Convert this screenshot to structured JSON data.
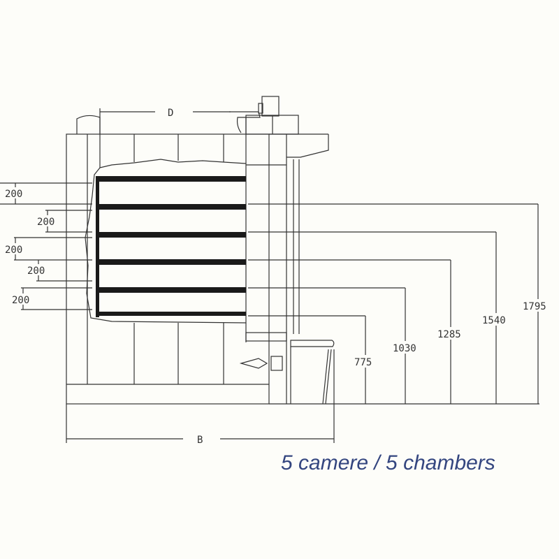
{
  "caption": "5 camere / 5 chambers",
  "dimensions": {
    "depth_label": "D",
    "width_label": "B",
    "chamber_spacing": [
      "200",
      "200",
      "200",
      "200",
      "200"
    ],
    "shelf_heights": [
      "775",
      "1030",
      "1285",
      "1540",
      "1795"
    ]
  },
  "colors": {
    "line": "#333333",
    "shelf": "#1a1a1a",
    "caption": "#33457f"
  }
}
